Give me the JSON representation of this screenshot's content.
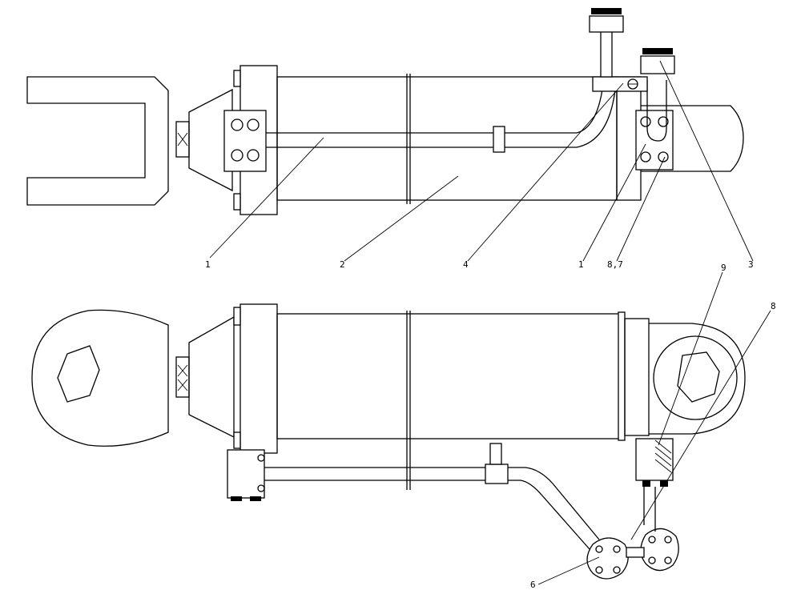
{
  "colors": {
    "line": "#000000",
    "background": "#ffffff"
  },
  "top_view": {
    "callouts": [
      {
        "id": "c1",
        "text": "1"
      },
      {
        "id": "c2",
        "text": "2"
      },
      {
        "id": "c4",
        "text": "4"
      },
      {
        "id": "c1b",
        "text": "1"
      },
      {
        "id": "c87",
        "text": "8,7"
      },
      {
        "id": "c3",
        "text": "3"
      }
    ]
  },
  "bottom_view": {
    "callouts": [
      {
        "id": "c9",
        "text": "9"
      },
      {
        "id": "c8",
        "text": "8"
      },
      {
        "id": "c6",
        "text": "6"
      }
    ]
  }
}
